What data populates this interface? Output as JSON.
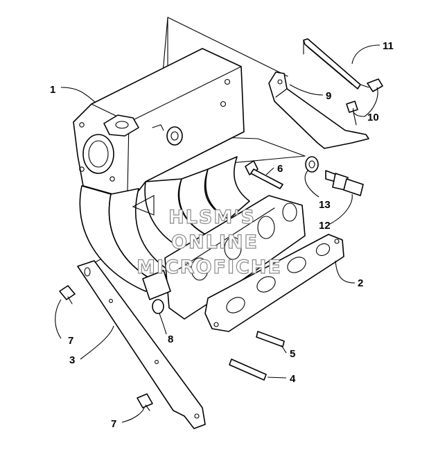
{
  "watermark": {
    "lines": [
      "HLSM'S",
      "ONLINE",
      "MICROFICHE"
    ],
    "color": "#8a8a8a"
  },
  "callouts": [
    {
      "id": "1",
      "label": "1"
    },
    {
      "id": "2",
      "label": "2"
    },
    {
      "id": "3",
      "label": "3"
    },
    {
      "id": "4",
      "label": "4"
    },
    {
      "id": "5",
      "label": "5"
    },
    {
      "id": "6",
      "label": "6"
    },
    {
      "id": "7a",
      "label": "7"
    },
    {
      "id": "7b",
      "label": "7"
    },
    {
      "id": "8",
      "label": "8"
    },
    {
      "id": "9",
      "label": "9"
    },
    {
      "id": "10",
      "label": "10"
    },
    {
      "id": "11",
      "label": "11"
    },
    {
      "id": "12",
      "label": "12"
    },
    {
      "id": "13",
      "label": "13"
    }
  ]
}
